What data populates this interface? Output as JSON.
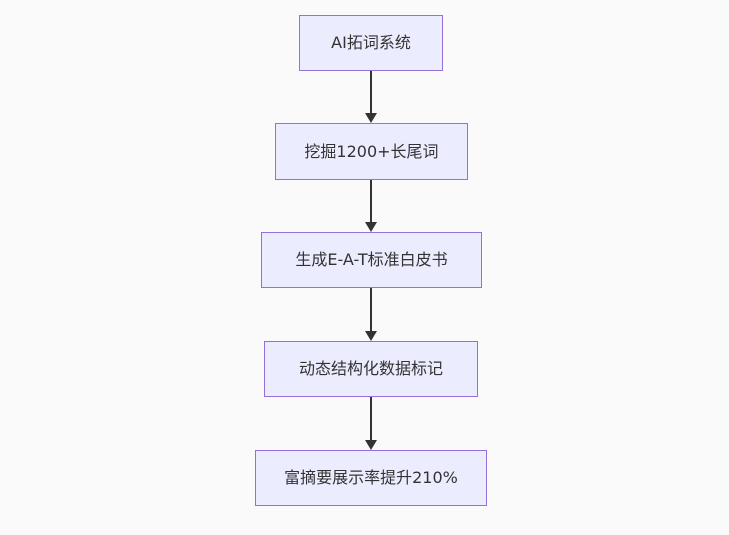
{
  "diagram": {
    "type": "flowchart",
    "direction": "top-down",
    "colors": {
      "canvas_background": "#fafafa",
      "node_fill": "#ECECFF",
      "node_border": "#9370DB",
      "node_text": "#333333",
      "arrow": "#333333"
    },
    "nodes": [
      {
        "id": "n1",
        "label": "AI拓词系统"
      },
      {
        "id": "n2",
        "label": "挖掘1200+长尾词"
      },
      {
        "id": "n3",
        "label": "生成E-A-T标准白皮书"
      },
      {
        "id": "n4",
        "label": "动态结构化数据标记"
      },
      {
        "id": "n5",
        "label": "富摘要展示率提升210%"
      }
    ],
    "edges": [
      {
        "from": "n1",
        "to": "n2"
      },
      {
        "from": "n2",
        "to": "n3"
      },
      {
        "from": "n3",
        "to": "n4"
      },
      {
        "from": "n4",
        "to": "n5"
      }
    ]
  }
}
